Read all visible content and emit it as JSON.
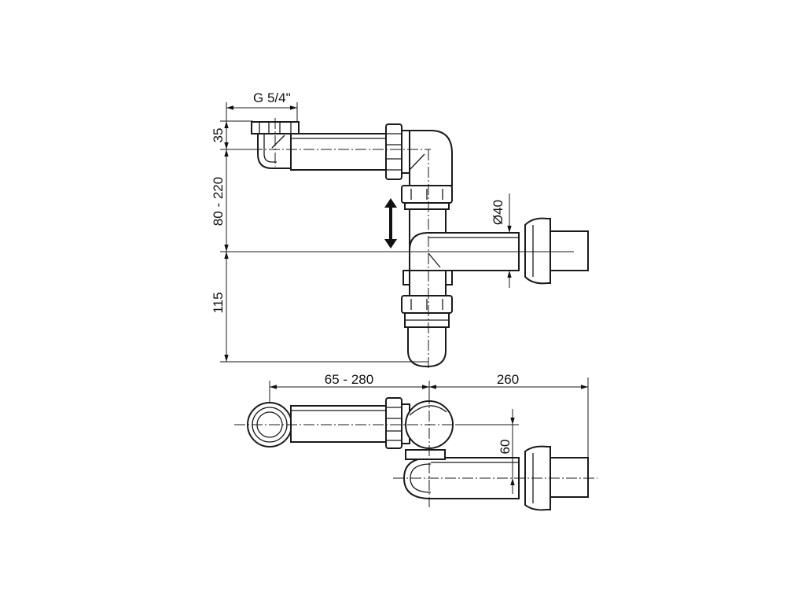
{
  "drawing": {
    "dimensions": {
      "thread": "G 5/4\"",
      "inlet_height": "35",
      "adjustable_height": "80 - 220",
      "trap_depth": "115",
      "outlet_diameter": "Ø40",
      "horizontal_adjust": "65 - 280",
      "outlet_length": "260",
      "outlet_offset": "60"
    }
  }
}
